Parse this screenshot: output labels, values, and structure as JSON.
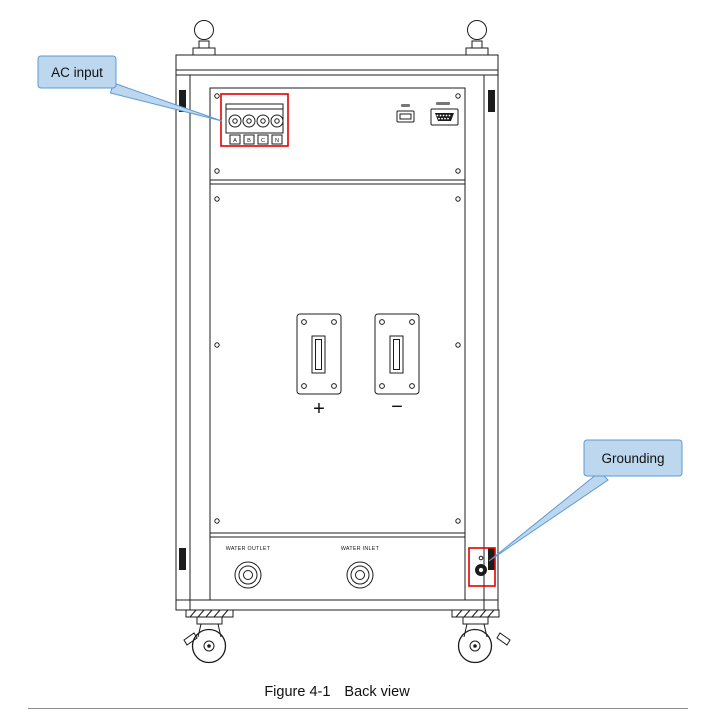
{
  "caption": {
    "figure_no": "Figure 4-1",
    "title": "Back view"
  },
  "callouts": {
    "ac_input": {
      "label": "AC input"
    },
    "grounding": {
      "label": "Grounding"
    }
  },
  "panel_labels": {
    "water_outlet": "WATER OUTLET",
    "water_inlet": "WATER INLET",
    "positive": "+",
    "negative": "−"
  },
  "terminal_labels": [
    "A",
    "B",
    "C",
    "N"
  ],
  "colors": {
    "line": "#1c1c1c",
    "highlight_red": "#e60000",
    "callout_fill": "#bdd7ee",
    "callout_border": "#5b9bd5",
    "footer_rule": "#8c8c8c"
  }
}
